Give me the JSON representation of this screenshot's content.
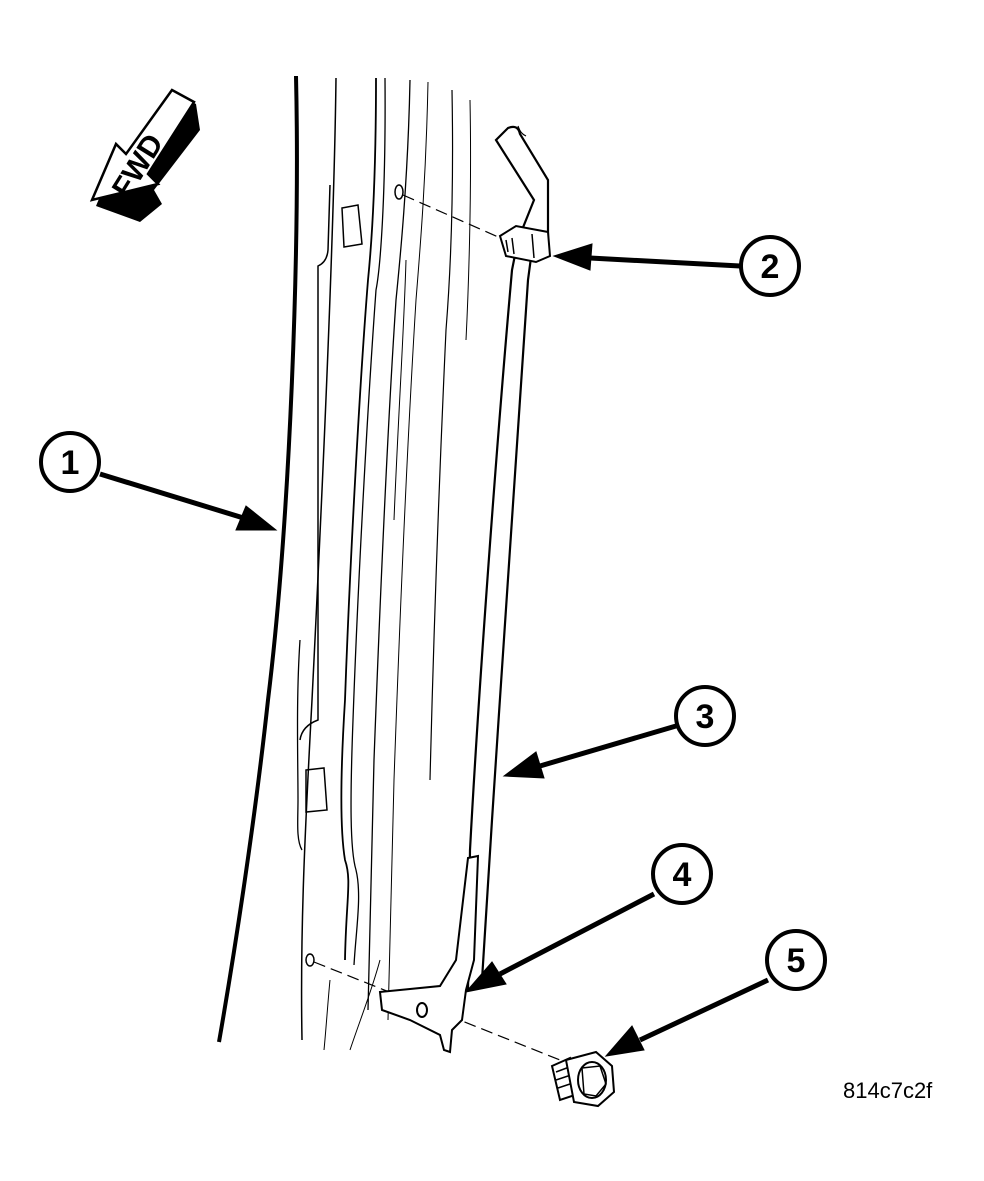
{
  "figure_id": "814c7c2f",
  "direction_label": "FWD",
  "callouts": [
    {
      "number": "1"
    },
    {
      "number": "2"
    },
    {
      "number": "3"
    },
    {
      "number": "4"
    },
    {
      "number": "5"
    }
  ]
}
